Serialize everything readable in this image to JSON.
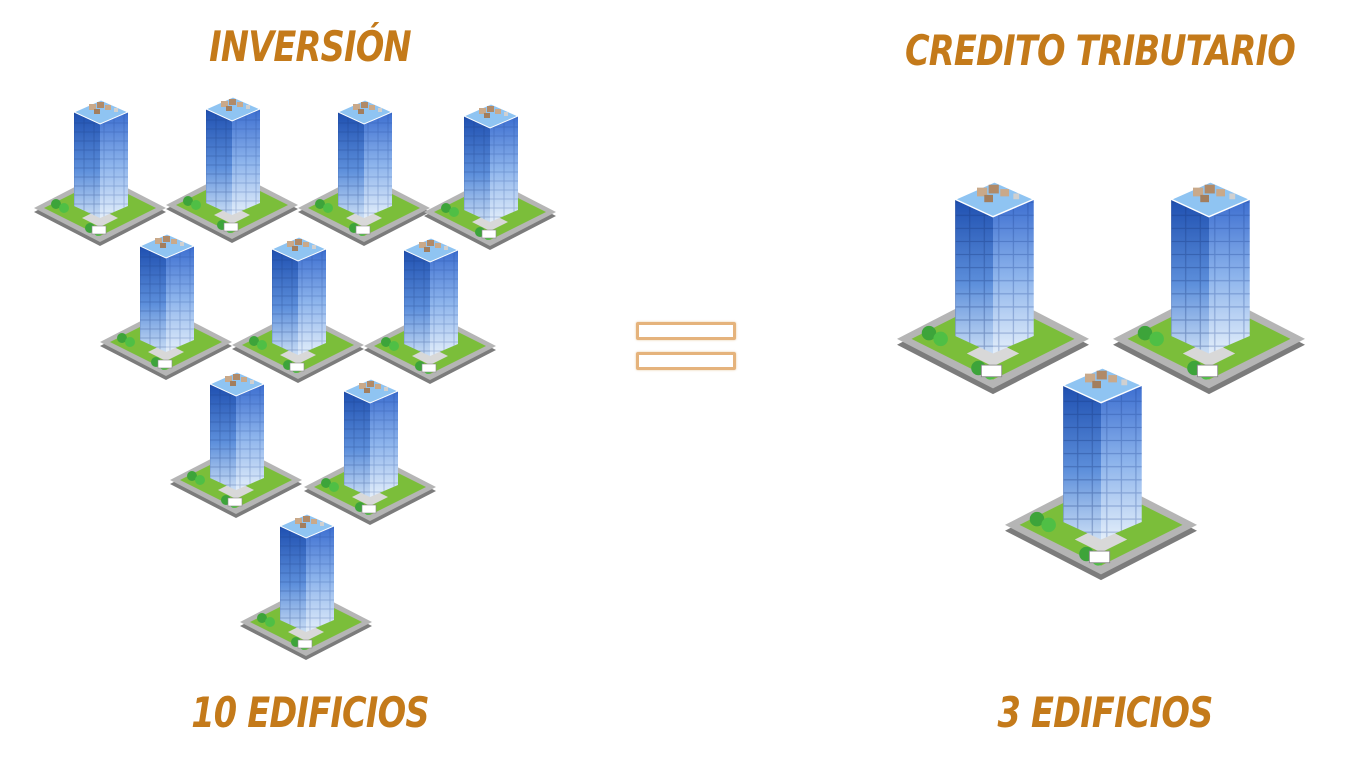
{
  "left": {
    "title": "INVERSIÓN",
    "caption": "10 EDIFICIOS",
    "building_count": 10
  },
  "right": {
    "title": "CREDITO TRIBUTARIO",
    "caption": "3 EDIFICIOS",
    "building_count": 3
  },
  "equals_icon": "equals-icon",
  "building_icon": "office-tower-icon",
  "colors": {
    "heading": "#C47A1A",
    "equals_outline": "#E5B37C",
    "glass_light": "#9EC6F2",
    "glass_dark": "#1E4FB0",
    "base": "#9A9A9A",
    "grass": "#7BBE3A"
  }
}
